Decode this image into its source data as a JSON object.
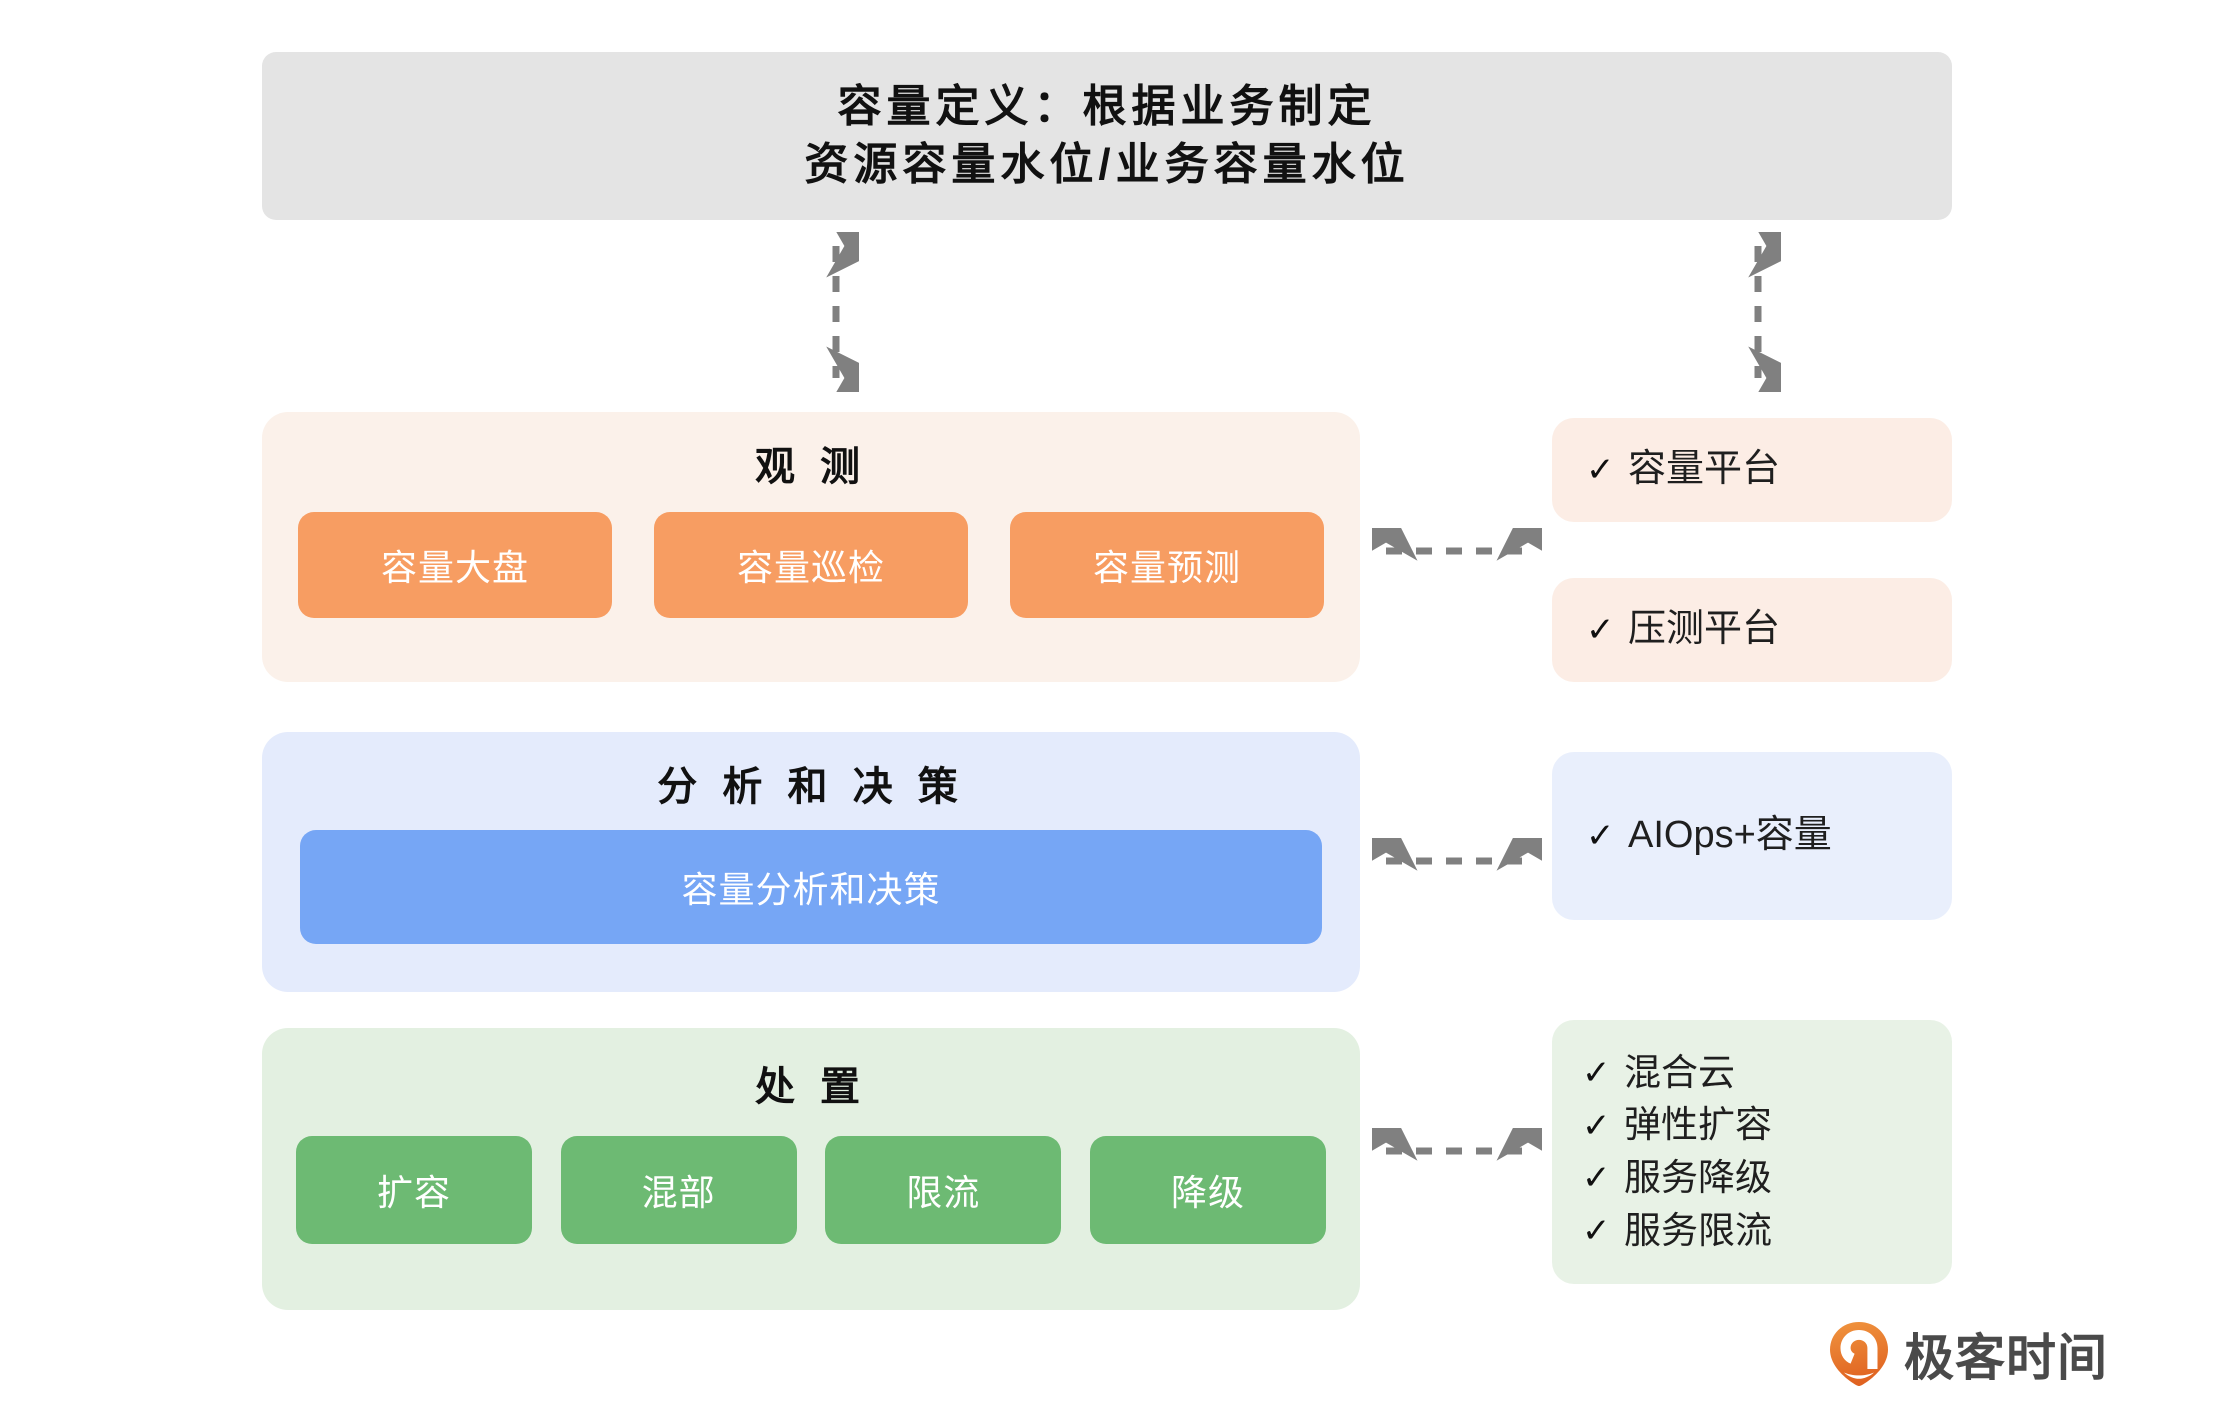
{
  "header": {
    "line1": "容量定义：根据业务制定",
    "line2": "资源容量水位/业务容量水位"
  },
  "stages": [
    {
      "id": "observe",
      "title": "观 测",
      "chips": [
        "容量大盘",
        "容量巡检",
        "容量预测"
      ],
      "chip_color": "#f79d62",
      "bg_color": "#fbf1ea"
    },
    {
      "id": "analyze",
      "title": "分 析 和 决 策",
      "chips": [
        "容量分析和决策"
      ],
      "chip_color": "#76a6f5",
      "bg_color": "#e4ebfc"
    },
    {
      "id": "dispose",
      "title": "处 置",
      "chips": [
        "扩容",
        "混部",
        "限流",
        "降级"
      ],
      "chip_color": "#6dba73",
      "bg_color": "#e3f0e1"
    }
  ],
  "panels": {
    "capacity": {
      "items": [
        "容量平台"
      ],
      "bg_color": "#fcede5"
    },
    "stress": {
      "items": [
        "压测平台"
      ],
      "bg_color": "#fcede5"
    },
    "aiops": {
      "items": [
        "AIOps+容量"
      ],
      "bg_color": "#e9effc"
    },
    "handling": {
      "items": [
        "混合云",
        "弹性扩容",
        "服务降级",
        "服务限流"
      ],
      "bg_color": "#e8f2e6"
    }
  },
  "check_glyph": "✓",
  "arrow_color": "#808080",
  "brand": {
    "name": "极客时间",
    "mark_color": "#e8722c"
  }
}
